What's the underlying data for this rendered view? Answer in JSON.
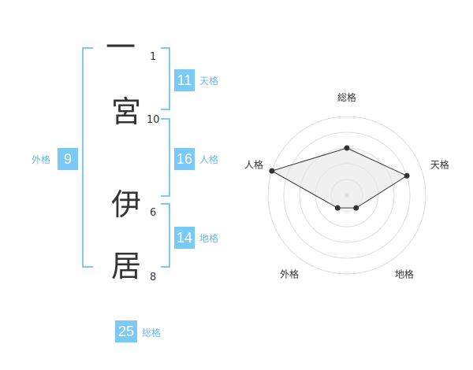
{
  "name": {
    "chars": [
      {
        "char": "一",
        "strokes": "1"
      },
      {
        "char": "宮",
        "strokes": "10"
      },
      {
        "char": "伊",
        "strokes": "6"
      },
      {
        "char": "居",
        "strokes": "8"
      }
    ]
  },
  "scores": {
    "tenkaku": {
      "value": "11",
      "label": "天格"
    },
    "jinkaku": {
      "value": "16",
      "label": "人格"
    },
    "chikaku": {
      "value": "14",
      "label": "地格"
    },
    "gaikaku": {
      "value": "9",
      "label": "外格"
    },
    "soukaku": {
      "value": "25",
      "label": "総格"
    }
  },
  "radar": {
    "axes": [
      "総格",
      "天格",
      "地格",
      "外格",
      "人格"
    ],
    "levels": 5,
    "values": [
      3,
      4,
      1,
      1,
      5
    ],
    "max": 5
  },
  "colors": {
    "accent": "#7bc9f5",
    "accent_text": "#6cb8e6",
    "text": "#333333",
    "radar_fill": "#e6e6e6"
  }
}
